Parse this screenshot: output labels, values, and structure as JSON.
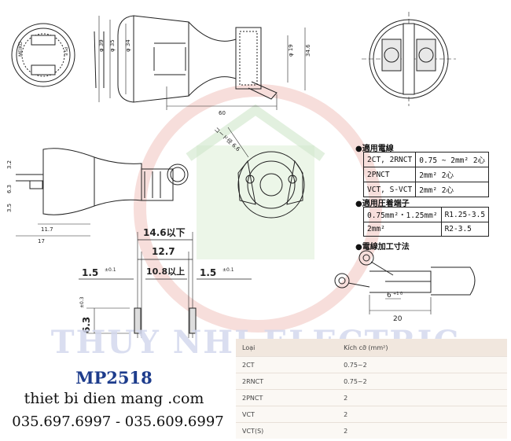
{
  "drawing": {
    "top_dims": [
      "φ 39",
      "φ 35",
      "φ 34",
      "φ 19",
      "34.6",
      "60"
    ],
    "bottom_dims": [
      "3.2",
      "6.3",
      "3.5",
      "11.7",
      "17",
      "コード径 6.6"
    ],
    "pin_dims": {
      "total": "14.6以下",
      "pitch": "12.7",
      "inner": "10.8以上",
      "pin_w_left": "1.5",
      "pin_w_left_tol": "±0.1",
      "pin_w_right": "1.5",
      "pin_w_right_tol": "±0.1",
      "pin_h": "6.3",
      "pin_h_tol": "±0.3"
    },
    "wire_dims": {
      "strip": "6",
      "strip_tol": "+1 0",
      "length": "20"
    }
  },
  "applicable_wire": {
    "title": "●適用電線",
    "rows": [
      [
        "2CT, 2RNCT",
        "0.75 ~ 2mm² 2心"
      ],
      [
        "2PNCT",
        "2mm² 2心"
      ],
      [
        "VCT, S-VCT",
        "2mm² 2心"
      ]
    ]
  },
  "crimp_terminal": {
    "title": "●適用圧着端子",
    "rows": [
      [
        "0.75mm²・1.25mm²",
        "R1.25-3.5"
      ],
      [
        "2mm²",
        "R2-3.5"
      ]
    ]
  },
  "wire_processing": {
    "title": "●電線加工寸法"
  },
  "watermark": "THUY NHI ELECTRIC",
  "wire_table": {
    "headers": [
      "Loại",
      "Kích cỡ (mm²)"
    ],
    "rows": [
      [
        "2CT",
        "0.75~2"
      ],
      [
        "2RNCT",
        "0.75~2"
      ],
      [
        "2PNCT",
        "2"
      ],
      [
        "VCT",
        "2"
      ],
      [
        "VCT(S)",
        "2"
      ]
    ]
  },
  "branding": {
    "product_code": "MP2518",
    "website": "thiet bi dien mang .com",
    "phones": "035.697.6997 - 035.609.6997"
  },
  "colors": {
    "product_code": "#1d3c8c",
    "watermark": "#d4d9ee",
    "logo_red": "#e9a7a1",
    "logo_green": "#cfe6c9"
  }
}
